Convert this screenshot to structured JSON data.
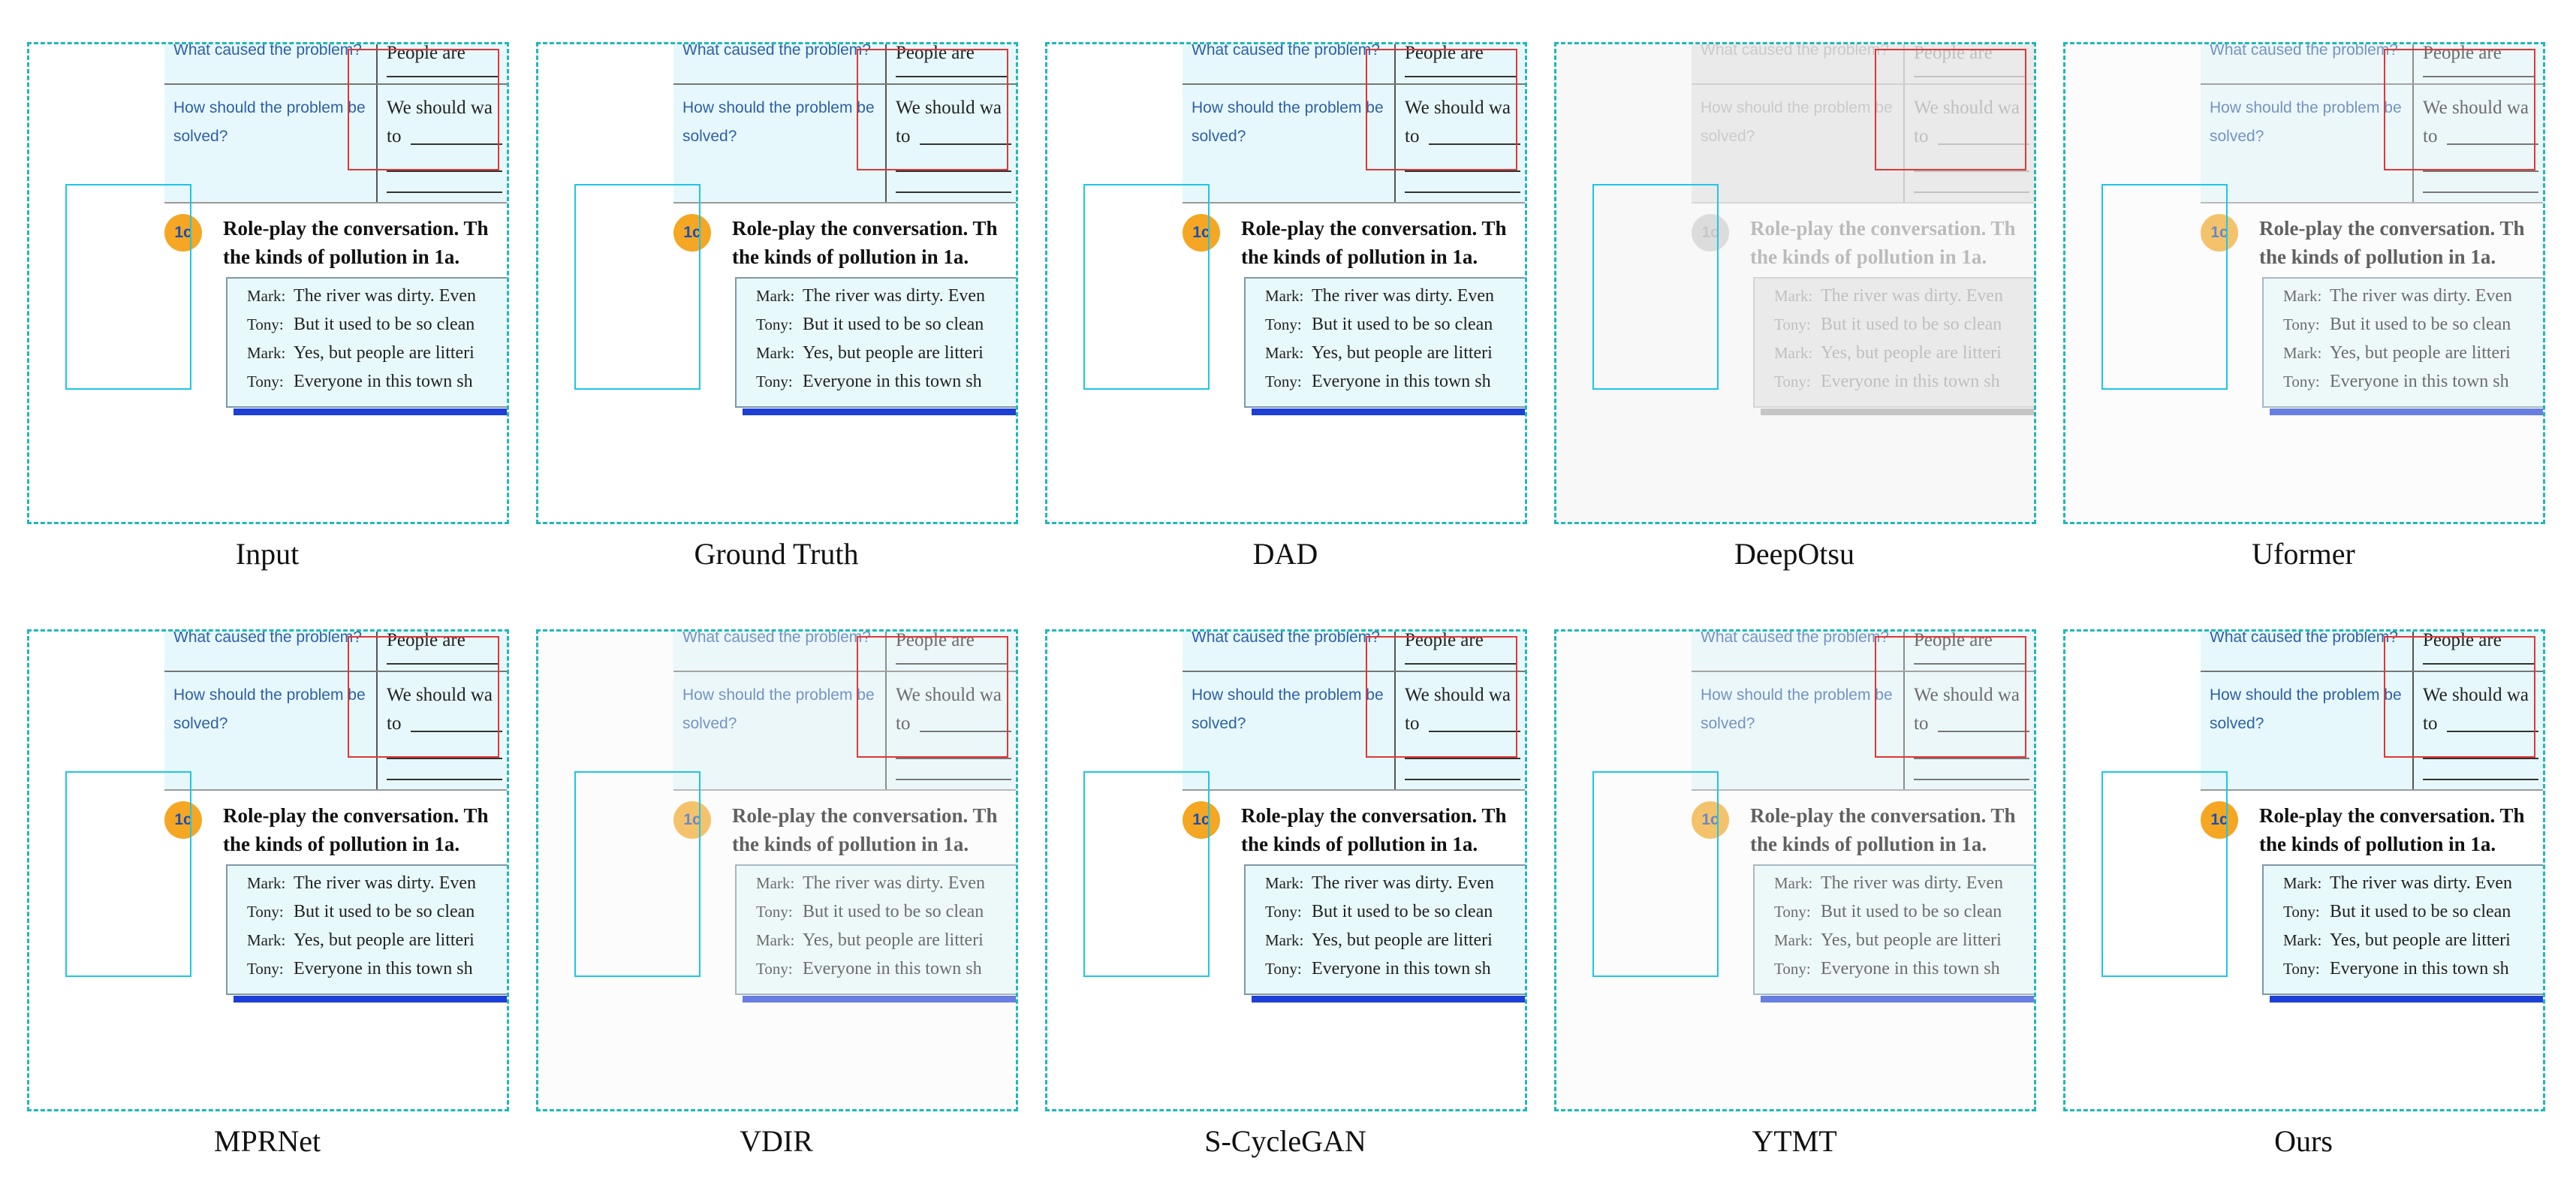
{
  "document": {
    "question_1": "What caused the problem?",
    "answer_1": "People are",
    "question_2": "How should the problem be solved?",
    "answer_2_line1": "We should wa",
    "answer_2_line2": "to",
    "badge": "1c",
    "instruction_line1": "Role-play the conversation. Th",
    "instruction_line2": "the kinds of pollution in 1a.",
    "dialogue": [
      {
        "speaker": "Mark:",
        "text": "The river was dirty. Even"
      },
      {
        "speaker": "Tony:",
        "text": "But it used to be so clean"
      },
      {
        "speaker": "Mark:",
        "text": "Yes, but people are litteri"
      },
      {
        "speaker": "Tony:",
        "text": "Everyone in this town sh"
      }
    ]
  },
  "panels": [
    {
      "caption": "Input"
    },
    {
      "caption": "Ground Truth"
    },
    {
      "caption": "DAD"
    },
    {
      "caption": "DeepOtsu"
    },
    {
      "caption": "Uformer"
    },
    {
      "caption": "MPRNet"
    },
    {
      "caption": "VDIR"
    },
    {
      "caption": "S-CycleGAN"
    },
    {
      "caption": "YTMT"
    },
    {
      "caption": "Ours"
    }
  ],
  "colors": {
    "dashed_frame": "#1fb8b8",
    "cyan_box": "#1ec6e6",
    "red_box": "#e23636",
    "question_text": "#2f5fa8",
    "badge_bg": "#f5a623",
    "underline_bar": "#1d3fd6"
  }
}
